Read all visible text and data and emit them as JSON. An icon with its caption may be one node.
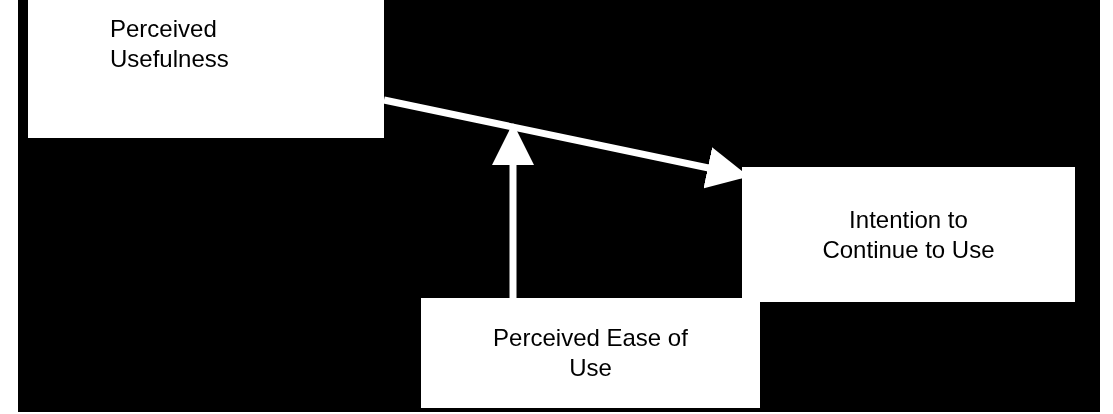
{
  "diagram": {
    "nodes": [
      {
        "text": [
          "Perceived Usefulness"
        ]
      },
      {
        "text": [
          "Intention to Continue to Use"
        ]
      },
      {
        "text": [
          "Perceived Ease of Use"
        ]
      }
    ],
    "edges": [
      {
        "from": 0,
        "to": 1,
        "arrow": "to"
      },
      {
        "from": 2,
        "to": null,
        "arrow": "to"
      }
    ]
  }
}
